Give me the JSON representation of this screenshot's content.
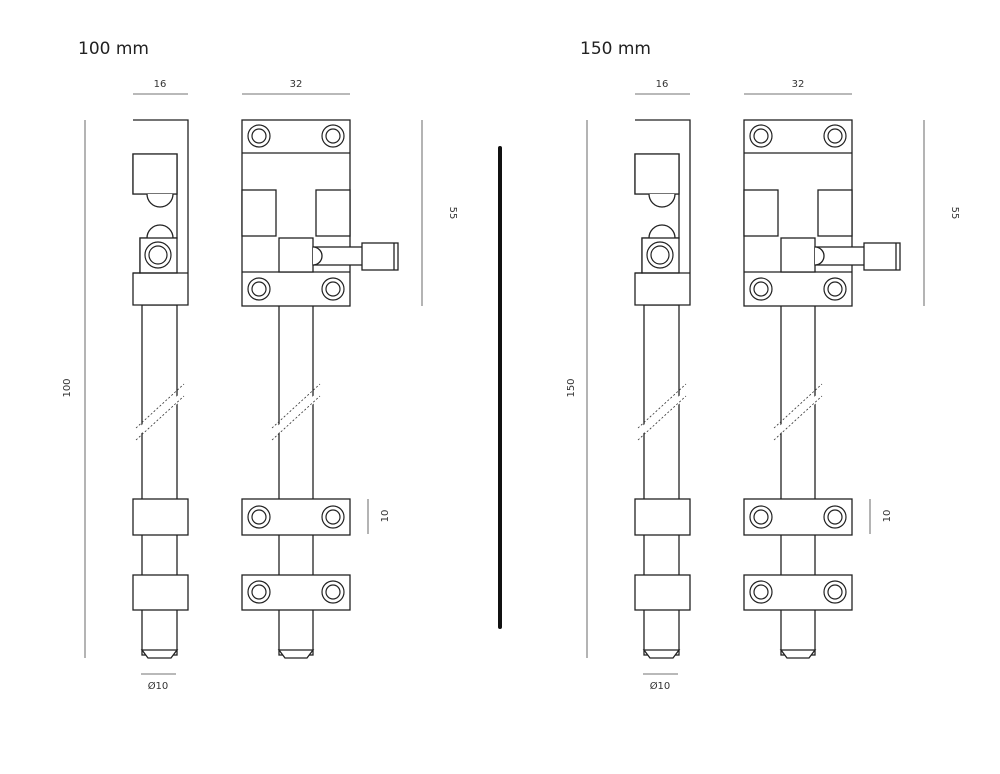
{
  "colors": {
    "ink": "#222222",
    "background": "#ffffff",
    "divider": "#111111"
  },
  "panels": [
    {
      "title": "100 mm",
      "dims": {
        "side_width": "16",
        "front_width": "32",
        "height_total": "100",
        "height_plate": "55",
        "keeper_height": "10",
        "bolt_diameter": "Ø10"
      }
    },
    {
      "title": "150 mm",
      "dims": {
        "side_width": "16",
        "front_width": "32",
        "height_total": "150",
        "height_plate": "55",
        "keeper_height": "10",
        "bolt_diameter": "Ø10"
      }
    }
  ]
}
